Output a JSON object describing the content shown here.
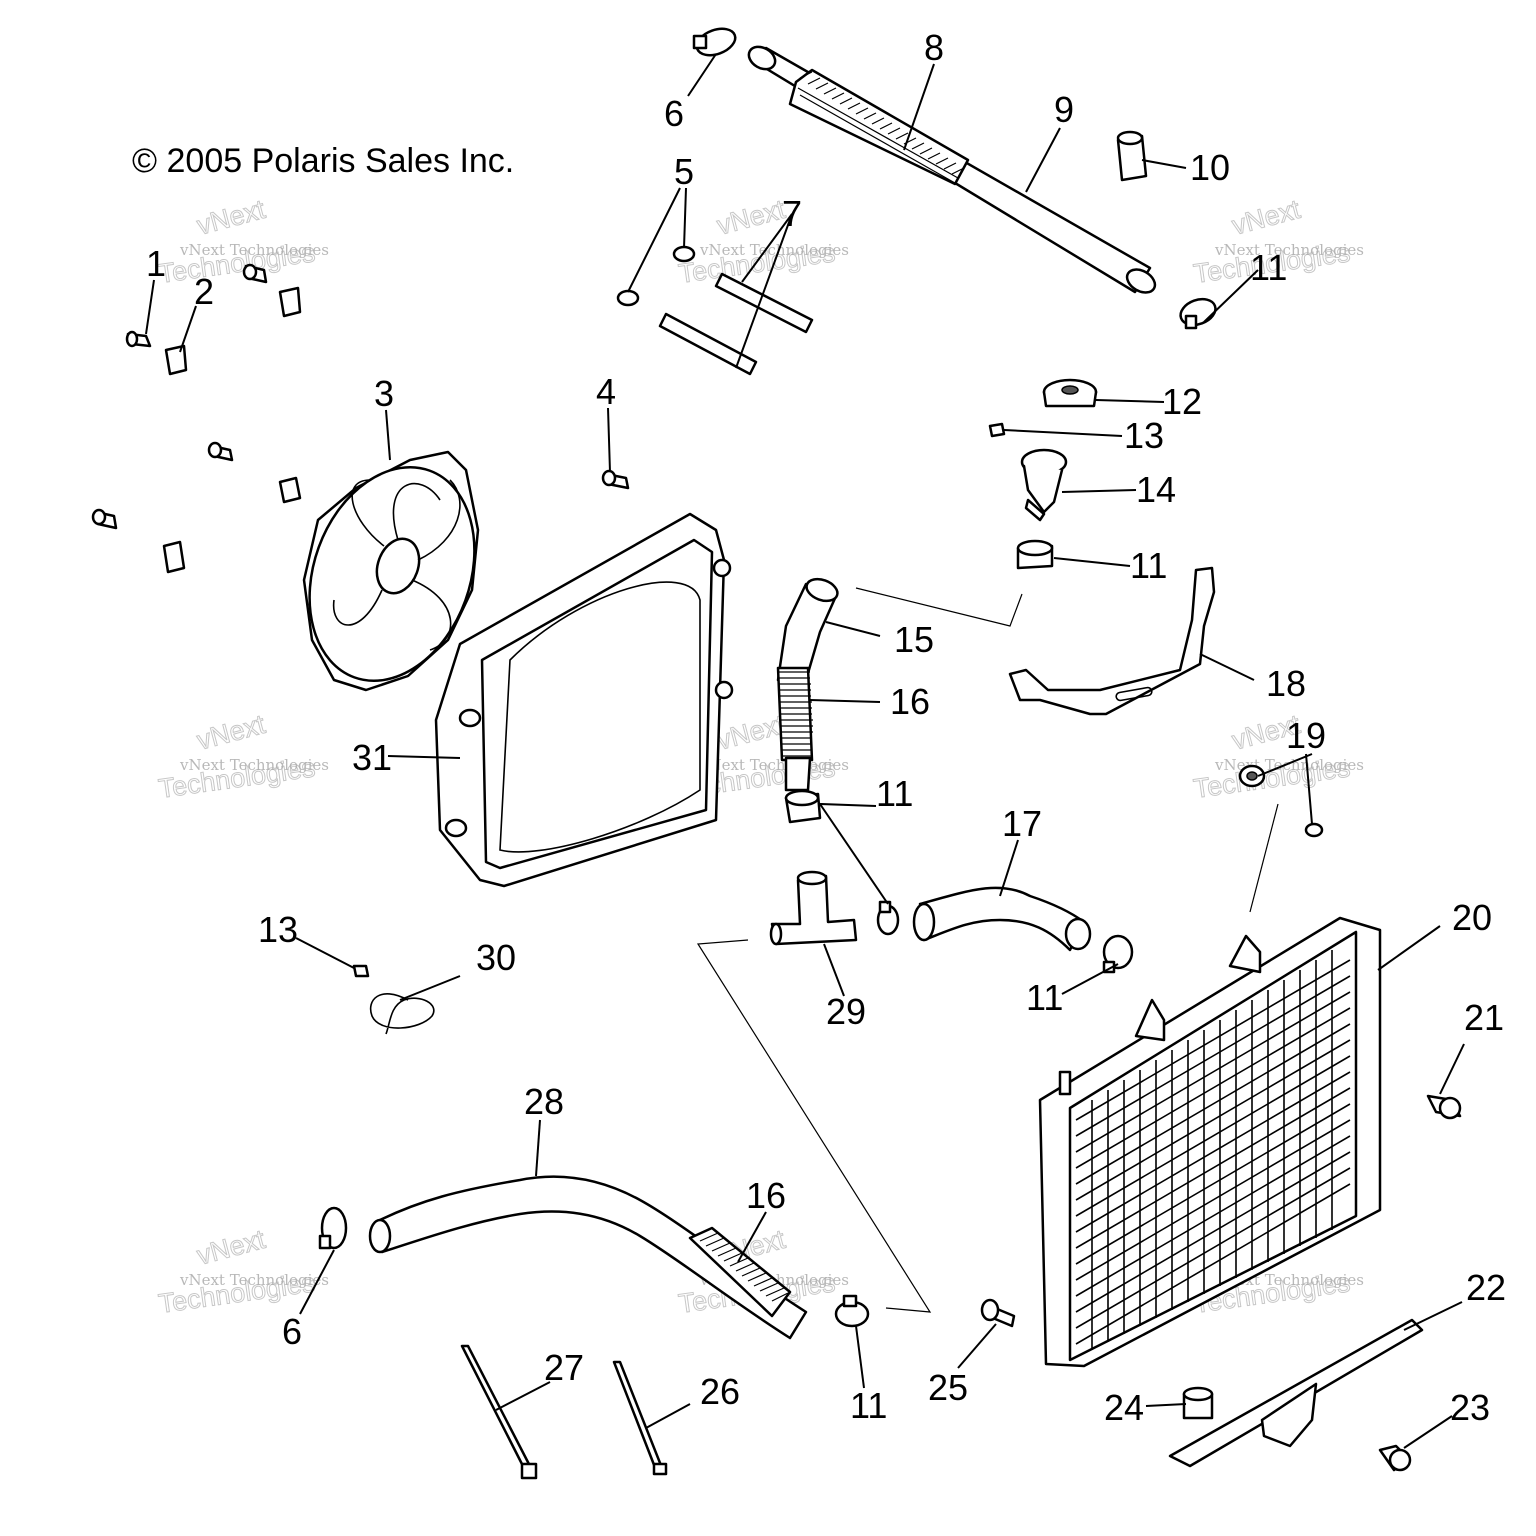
{
  "copyright": "© 2005 Polaris Sales Inc.",
  "watermark": {
    "line1": "vNext",
    "line2": "vNext Technologies",
    "line3": "Technologies"
  },
  "callouts": [
    "1",
    "2",
    "3",
    "4",
    "5",
    "6",
    "7",
    "8",
    "9",
    "10",
    "11",
    "12",
    "13",
    "14",
    "15",
    "16",
    "17",
    "18",
    "19",
    "20",
    "21",
    "22",
    "23",
    "24",
    "25",
    "26",
    "27",
    "28",
    "29",
    "30",
    "31"
  ],
  "callout_labels": {
    "c1": "1",
    "c2": "2",
    "c3": "3",
    "c4": "4",
    "c5": "5",
    "c6a": "6",
    "c6b": "6",
    "c7": "7",
    "c8": "8",
    "c9": "9",
    "c10": "10",
    "c11a": "11",
    "c11b": "11",
    "c11c": "11",
    "c11d": "11",
    "c11e": "11",
    "c12": "12",
    "c13a": "13",
    "c13b": "13",
    "c14": "14",
    "c15": "15",
    "c16a": "16",
    "c16b": "16",
    "c17": "17",
    "c18": "18",
    "c19": "19",
    "c20": "20",
    "c21": "21",
    "c22": "22",
    "c23": "23",
    "c24": "24",
    "c25": "25",
    "c26": "26",
    "c27": "27",
    "c28": "28",
    "c29": "29",
    "c30": "30",
    "c31": "31"
  }
}
